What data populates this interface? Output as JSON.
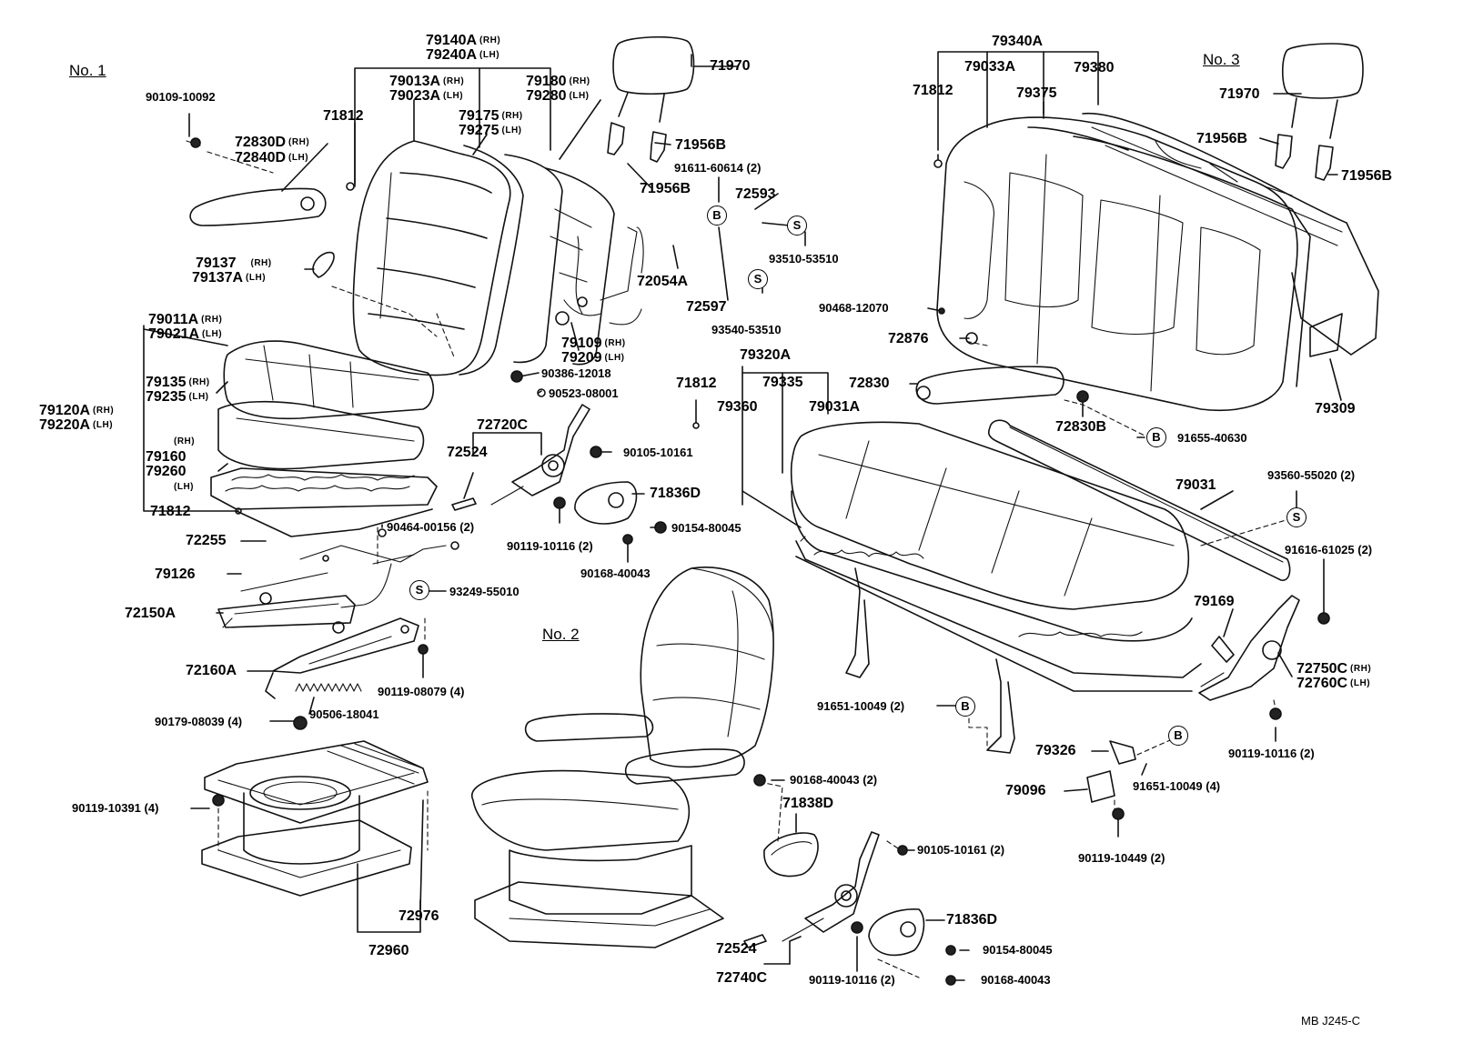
{
  "sections": {
    "no1": "No. 1",
    "no2": "No. 2",
    "no3": "No. 3"
  },
  "variants": {
    "rh": "(RH)",
    "lh": "(LH)"
  },
  "parts": {
    "p90109_10092": "90109-10092",
    "p72830D": "72830D",
    "p72840D": "72840D",
    "p79140A": "79140A",
    "p79240A": "79240A",
    "p71812_a": "71812",
    "p79013A": "79013A",
    "p79023A": "79023A",
    "p79180": "79180",
    "p79280": "79280",
    "p79175": "79175",
    "p79275": "79275",
    "p71970_a": "71970",
    "p71956B_a": "71956B",
    "p71956B_b": "71956B",
    "p91611_60614": "91611-60614 (2)",
    "p72593": "72593",
    "p93510_53510": "93510-53510",
    "p72054A": "72054A",
    "p72597": "72597",
    "p93540_53510": "93540-53510",
    "p79137": "79137",
    "p79137A": "79137A",
    "p79011A": "79011A",
    "p79021A": "79021A",
    "p79135": "79135",
    "p79235": "79235",
    "p79120A": "79120A",
    "p79220A": "79220A",
    "p79160": "79160",
    "p79260": "79260",
    "p71812_b": "71812",
    "p79109": "79109",
    "p79209": "79209",
    "p90386_12018": "90386-12018",
    "p90523_08001": "90523-08001",
    "p72720C": "72720C",
    "p72524_a": "72524",
    "p90105_10161_a": "90105-10161",
    "p71836D_a": "71836D",
    "p90119_10116_a": "90119-10116 (2)",
    "p90154_80045_a": "90154-80045",
    "p90168_40043_a": "90168-40043",
    "p90464_00156": "90464-00156 (2)",
    "p72255": "72255",
    "p79126": "79126",
    "p93249_55010": "93249-55010",
    "p72150A": "72150A",
    "p72160A": "72160A",
    "p90119_08079": "90119-08079 (4)",
    "p90179_08039": "90179-08039 (4)",
    "p90506_18041": "90506-18041",
    "p90119_10391": "90119-10391 (4)",
    "p72976": "72976",
    "p72960": "72960",
    "p79340A": "79340A",
    "p71812_c": "71812",
    "p79033A": "79033A",
    "p79375": "79375",
    "p79380": "79380",
    "p71970_b": "71970",
    "p71956B_c": "71956B",
    "p71956B_d": "71956B",
    "p90468_12070": "90468-12070",
    "p72876": "72876",
    "p72830": "72830",
    "p72830B": "72830B",
    "p91655_40630": "91655-40630",
    "p79309": "79309",
    "p79320A": "79320A",
    "p71812_d": "71812",
    "p79335": "79335",
    "p79360": "79360",
    "p79031A": "79031A",
    "p79031": "79031",
    "p93560_55020": "93560-55020 (2)",
    "p91616_61025": "91616-61025 (2)",
    "p79169": "79169",
    "p72750C": "72750C",
    "p72760C": "72760C",
    "p91651_10049_a": "91651-10049 (2)",
    "p79326": "79326",
    "p79096": "79096",
    "p91651_10049_b": "91651-10049 (4)",
    "p90119_10116_b": "90119-10116 (2)",
    "p90119_10449": "90119-10449 (2)",
    "p90168_40043_b": "90168-40043 (2)",
    "p71838D": "71838D",
    "p90105_10161_b": "90105-10161 (2)",
    "p71836D_b": "71836D",
    "p90154_80045_b": "90154-80045",
    "p72524_b": "72524",
    "p72740C": "72740C",
    "p90119_10116_c": "90119-10116 (2)",
    "p90168_40043_c": "90168-40043"
  },
  "badges": {
    "b": "B",
    "s": "S"
  },
  "ref": "MB  J245-C"
}
